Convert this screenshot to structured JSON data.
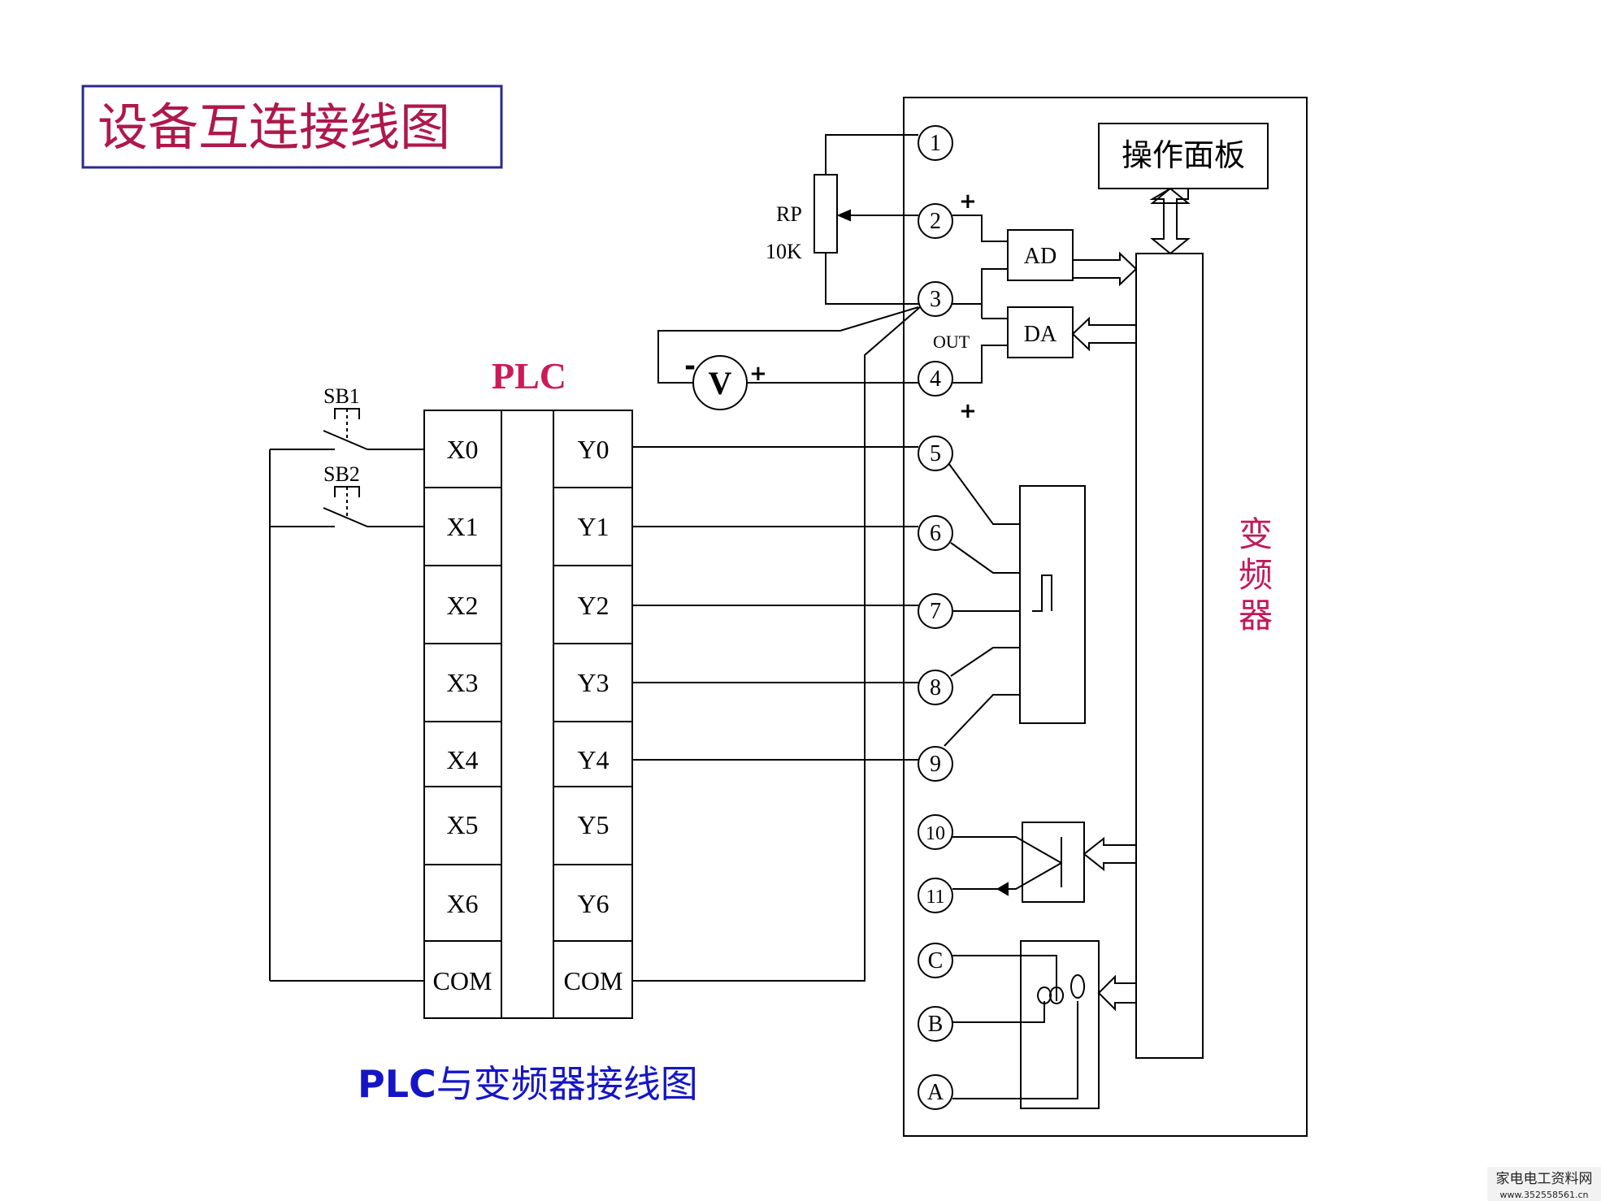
{
  "title": "设备互连接线图",
  "caption": {
    "bold": "PLC",
    "rest": "与变频器接线图"
  },
  "plc": {
    "label": "PLC",
    "x_labels": [
      "X0",
      "X1",
      "X2",
      "X3",
      "X4",
      "X5",
      "X6",
      "COM"
    ],
    "y_labels": [
      "Y0",
      "Y1",
      "Y2",
      "Y3",
      "Y4",
      "Y5",
      "Y6",
      "COM"
    ]
  },
  "switches": [
    "SB1",
    "SB2"
  ],
  "potentiometer": {
    "name": "RP",
    "value": "10K"
  },
  "voltmeter": {
    "symbol": "V",
    "minus": "-",
    "plus": "+"
  },
  "terminals": [
    "1",
    "2",
    "3",
    "4",
    "5",
    "6",
    "7",
    "8",
    "9",
    "10",
    "11",
    "C",
    "B",
    "A"
  ],
  "inverter": {
    "name": "变频器",
    "panel": "操作面板",
    "ad": "AD",
    "da": "DA",
    "out": "OUT",
    "plus_ad": "+",
    "plus_da": "+"
  },
  "watermark": {
    "line1": "家电电工资料网",
    "line2": "www.352558561.cn"
  },
  "colors": {
    "title_border": "#2a2a8c",
    "title_text": "#b0184a",
    "plc_label": "#cc1a55",
    "caption": "#1515c8",
    "inverter_label": "#c2185b",
    "line": "#000000"
  }
}
